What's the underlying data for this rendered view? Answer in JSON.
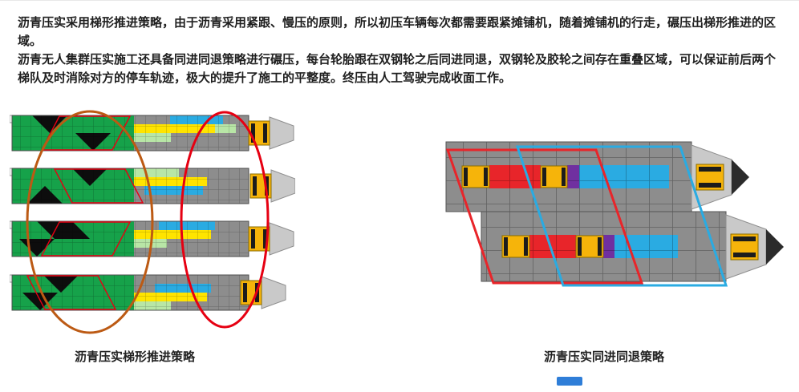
{
  "text": {
    "paragraph1": "沥青压实采用梯形推进策略，由于沥青采用紧跟、慢压的原则，所以初压车辆每次都需要跟紧摊铺机，随着摊铺机的行走，碾压出梯形推进的区域。",
    "paragraph2": "沥青无人集群压实施工还具备同进同退策略进行碾压，每台轮胎跟在双钢轮之后同进同退，双钢轮及胶轮之间存在重叠区域，可以保证前后两个梯队及时消除对方的停车轨迹，极大的提升了施工的平整度。终压由人工驾驶完成收面工作。"
  },
  "figures": {
    "left": {
      "caption": "沥青压实梯形推进策略"
    },
    "right": {
      "caption": "沥青压实同进同退策略"
    }
  },
  "palette": {
    "compacted_green": "#16a24a",
    "uncompacted_black": "#0d0d0d",
    "pavement_gray": "#8d8d8d",
    "roller_yellow_band": "#ffe400",
    "roller_blue_band": "#2aabe2",
    "light_green_band": "#b8e6a6",
    "red_band": "#e8252a",
    "purple_band": "#7030a0",
    "machine_yellow": "#f6b40a",
    "annotation_orange": "#bc5a14",
    "annotation_red": "#e60012",
    "annotation_blue": "#2aabe2"
  }
}
